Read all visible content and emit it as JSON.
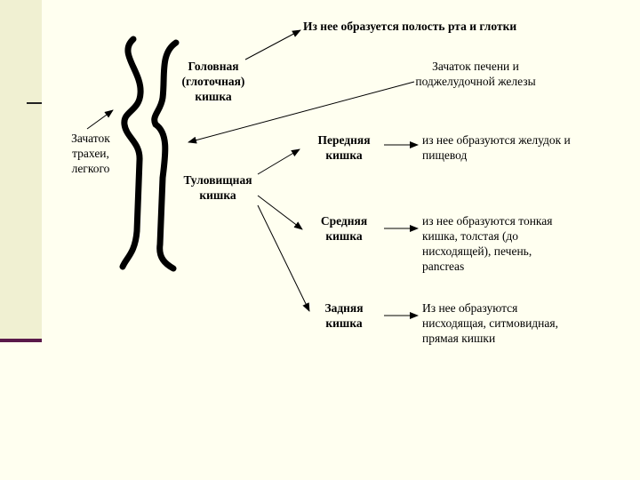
{
  "top_label": "Из нее образуется полость рта и глотки",
  "head_gut": [
    "Головная",
    "(глоточная)",
    "кишка"
  ],
  "liver_bud": [
    "Зачаток печени и",
    "поджелудочной железы"
  ],
  "trachea_bud": [
    "Зачаток",
    "трахеи,",
    "легкого"
  ],
  "trunk_gut": [
    "Туловищная",
    "кишка"
  ],
  "sections": [
    {
      "name": [
        "Передняя",
        "кишка"
      ],
      "result": [
        "из нее образуются желудок и",
        "пищевод"
      ]
    },
    {
      "name": [
        "Средняя",
        "кишка"
      ],
      "result": [
        "из нее образуются тонкая",
        "кишка, толстая (до",
        "нисходящей), печень,",
        "pancreas"
      ]
    },
    {
      "name": [
        "Задняя",
        "кишка"
      ],
      "result": [
        "Из нее образуются",
        "нисходящая, ситмовидная,",
        "прямая кишки"
      ]
    }
  ],
  "colors": {
    "background": "#fffff0",
    "side_bar": "#f0f0d2",
    "accent_line": "#5a1a4a"
  }
}
